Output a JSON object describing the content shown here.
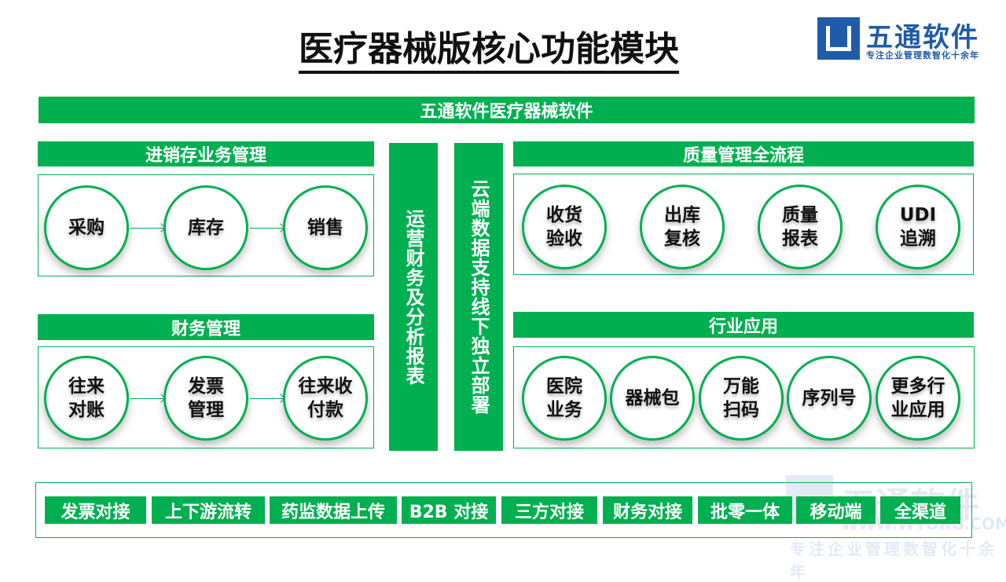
{
  "title": "医疗器械版核心功能模块",
  "logo": {
    "name": "五通软件",
    "slogan": "专注企业管理数智化十余年"
  },
  "banner": "五通软件医疗器械软件",
  "left": {
    "psi": {
      "header": "进销存业务管理",
      "items": [
        "采购",
        "库存",
        "销售"
      ]
    },
    "finance": {
      "header": "财务管理",
      "items": [
        "往来\n对账",
        "发票\n管理",
        "往来收\n付款"
      ]
    }
  },
  "vertical": [
    "运营财务及分析报表",
    "云端数据支持线下独立部署"
  ],
  "right": {
    "quality": {
      "header": "质量管理全流程",
      "items": [
        "收货\n验收",
        "出库\n复核",
        "质量\n报表",
        "UDI\n追溯"
      ]
    },
    "industry": {
      "header": "行业应用",
      "items": [
        "医院\n业务",
        "器械包",
        "万能\n扫码",
        "序列号",
        "更多行\n业应用"
      ]
    }
  },
  "tags": [
    "发票对接",
    "上下游流转",
    "药监数据上传",
    "B2B 对接",
    "三方对接",
    "财务对接",
    "批零一体",
    "移动端",
    "全渠道"
  ],
  "colors": {
    "accent": "#00b050",
    "brand": "#1f5ba8"
  }
}
